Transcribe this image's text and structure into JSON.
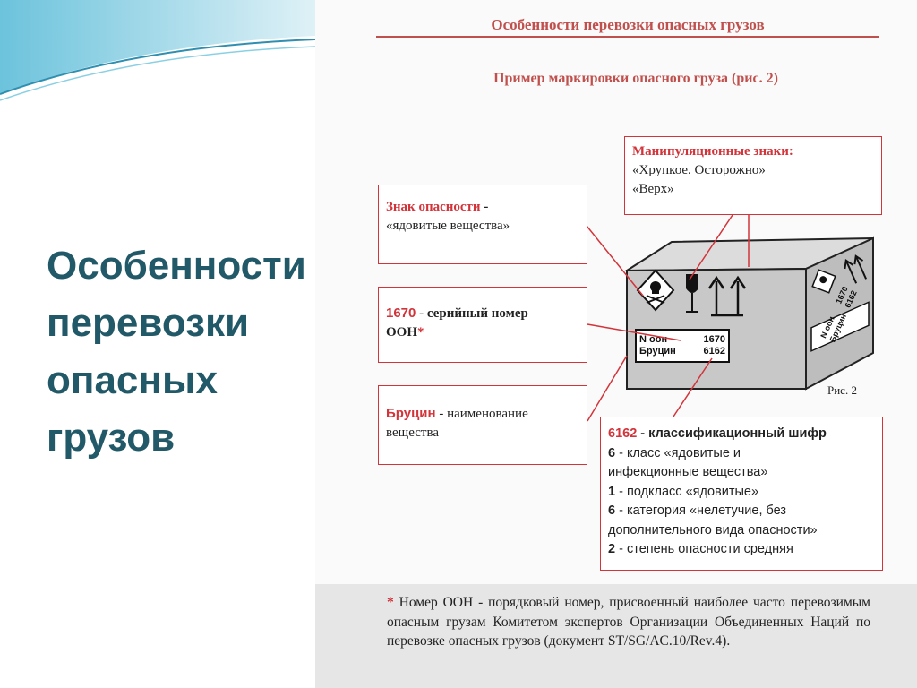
{
  "slide": {
    "title_lines": [
      "Особенности",
      "перевозки",
      "опасных",
      "грузов"
    ]
  },
  "figure": {
    "title": "Особенности перевозки опасных грузов",
    "subtitle": "Пример маркировки опасного груза (рис. 2)",
    "caption": "Рис. 2",
    "box_label": {
      "row1_left": "N оон",
      "row1_right": "1670",
      "row2_left": "Бруцин",
      "row2_right": "6162"
    },
    "side_label": {
      "row1_left": "N оон",
      "row1_right": "1670",
      "row2_left": "Бруцин",
      "row2_right": "6162"
    },
    "icons": [
      "skull-hazard-diamond-icon",
      "fragile-glass-icon",
      "this-way-up-arrows-icon"
    ]
  },
  "callouts": {
    "handling": {
      "heading": "Манипуляционные знаки:",
      "line1": "«Хрупкое. Осторожно»",
      "line2": "«Верх»"
    },
    "hazard": {
      "heading": "Знак опасности",
      "dash": " -",
      "line2": "«ядовитые вещества»"
    },
    "serial": {
      "code": "1670",
      "text": " - серийный номер",
      "line2": "ООН",
      "star": "*"
    },
    "name": {
      "code": "Бруцин",
      "text": " - наименование",
      "line2": "вещества"
    },
    "classification": {
      "code": "6162",
      "text": " - классификационный шифр",
      "items": [
        {
          "num": "6",
          "text": " - класс «ядовитые и"
        },
        {
          "num": "",
          "text": "инфекционные вещества»"
        },
        {
          "num": "1",
          "text": " - подкласс «ядовитые»"
        },
        {
          "num": "6",
          "text": " - категория «нелетучие, без"
        },
        {
          "num": "",
          "text": "дополнительного вида опасности»"
        },
        {
          "num": "2",
          "text": " - степень опасности средняя"
        }
      ]
    }
  },
  "footnote": {
    "star": "*",
    "text": " Номер ООН - порядковый номер, присвоенный наиболее часто перевозимым опасным грузам Комитетом экспертов Организации Объединенных Наций по перевозке опасных грузов (документ ST/SG/AC.10/Rev.4)."
  },
  "colors": {
    "title_teal": "#215968",
    "accent_red": "#d2343a",
    "header_wave": "#4aaecf"
  }
}
